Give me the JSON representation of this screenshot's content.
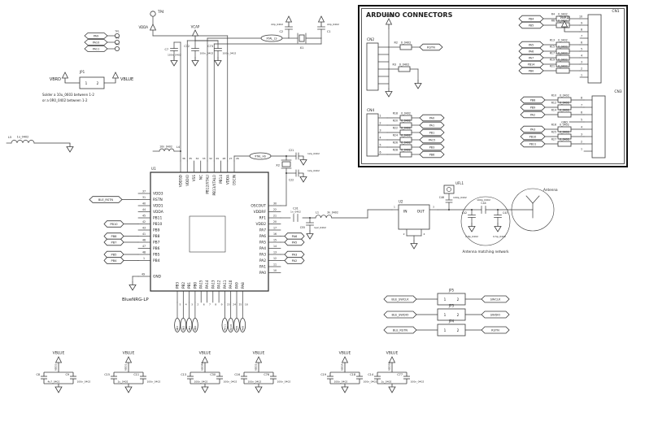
{
  "arduino": {
    "title": "ARDUINO CONNECTORS",
    "cn2": {
      "ref": "CN2",
      "vbrd": "VBRD",
      "rstn": "RSTN",
      "r1": {
        "ref": "R2",
        "val": "0_0402"
      },
      "r2": {
        "ref": "R3",
        "val": "0_0402"
      }
    },
    "cn1": {
      "ref": "CN1",
      "vbrd": "VBRD",
      "pins": [
        {
          "n": "10"
        },
        {
          "n": "9"
        },
        {
          "n": "8"
        },
        {
          "n": "7"
        },
        {
          "n": "6"
        },
        {
          "n": "5"
        },
        {
          "n": "4"
        },
        {
          "n": "3"
        },
        {
          "n": "2"
        },
        {
          "n": "1"
        }
      ],
      "rows_top": [
        {
          "ref": "R4",
          "val": "0_0402",
          "net": "PB4"
        },
        {
          "ref": "R6",
          "val": "0_0402",
          "net": "PB5"
        }
      ],
      "rows_bottom": [
        {
          "ref": "R13",
          "val": "0_0402",
          "net": "PA5"
        },
        {
          "ref": "R15",
          "val": "0_0402",
          "net": "PA6"
        },
        {
          "ref": "R17",
          "val": "0_0402",
          "net": "PA7"
        },
        {
          "ref": "R19",
          "val": "0_0402",
          "net": "PB14"
        },
        {
          "ref": "R21",
          "val": "0_0402",
          "net": "PB0"
        }
      ]
    },
    "cn4": {
      "ref": "CN4",
      "pins": [
        {
          "n": "1"
        },
        {
          "n": "2"
        },
        {
          "n": "3"
        },
        {
          "n": "4"
        },
        {
          "n": "5"
        },
        {
          "n": "6"
        }
      ],
      "rows": [
        {
          "ref": "R18",
          "val": "0_0402",
          "net": "PA0"
        },
        {
          "ref": "R20",
          "val": "0_0402",
          "net": "PA1"
        },
        {
          "ref": "R22",
          "val": "0_0402",
          "net": "PB1"
        },
        {
          "ref": "R24",
          "val": "0_0402",
          "net": "PA15"
        },
        {
          "ref": "R26",
          "val": "0_0402",
          "net": "PB3"
        },
        {
          "ref": "R28",
          "val": "0_0402",
          "net": "PB6"
        }
      ]
    },
    "cn3": {
      "ref": "CN3",
      "gnd": "GND",
      "pins": [
        {
          "n": "8"
        },
        {
          "n": "7"
        },
        {
          "n": "6"
        },
        {
          "n": "5"
        },
        {
          "n": "4"
        },
        {
          "n": "3"
        },
        {
          "n": "2"
        },
        {
          "n": "1"
        }
      ],
      "rows_top": [
        {
          "ref": "R10",
          "val": "0_0402",
          "net": "PB8"
        },
        {
          "ref": "R12",
          "val": "0_0402",
          "net": "PB9"
        },
        {
          "ref": "R14",
          "val": "0_0402",
          "net": "PA2"
        }
      ],
      "rows_bottom": [
        {
          "ref": "R16",
          "val": "0_0402",
          "net": "PA3"
        },
        {
          "ref": "R25",
          "val": "0_0402",
          "net": "PB10"
        },
        {
          "ref": "R27",
          "val": "0_0402",
          "net": "PB11"
        }
      ]
    }
  },
  "jp1": {
    "ref": "JP1",
    "left": "VBRD",
    "right": "VBLUE",
    "p1": "1",
    "p2": "2",
    "note1": "Solder a 10u_0603 between 1-2",
    "note2": "or a 0R0_0402 between 1-2"
  },
  "testpoints": [
    {
      "tp": "TP1",
      "net": "PA9"
    },
    {
      "tp": "TP2",
      "net": "PA10"
    },
    {
      "tp": "TP3",
      "net": "PA11"
    }
  ],
  "top_circuit": {
    "tp4": "TP4",
    "vdda": "VDDA",
    "vcap": "VCAP",
    "c7": {
      "ref": "C7",
      "val": "100n_0402"
    },
    "c72": {
      "ref": "C72",
      "val": "100n_0402"
    },
    "c73": {
      "ref": "C73",
      "val": "100n_0402"
    }
  },
  "xtal_ls": {
    "ref": "X1",
    "net": "XTAL_LS",
    "c1": {
      "ref": "C1",
      "val": "22p_0402"
    },
    "c2": {
      "ref": "C2",
      "val": "22p_0402"
    }
  },
  "xtal_hs": {
    "ref": "X2",
    "net": "XTAL_HS",
    "c1": {
      "ref": "C21",
      "val": "12p_0402"
    },
    "c2": {
      "ref": "C22",
      "val": "12p_0402"
    }
  },
  "l4": {
    "ref": "L4",
    "val": "10n_0402"
  },
  "l5": {
    "ref": "L5",
    "val": "1u_0402"
  },
  "ic": {
    "ref": "U1",
    "part": "BlueNRG-LP",
    "gnd": {
      "name": "GND",
      "num": "49"
    },
    "left": [
      {
        "name": "VDD3",
        "num": "37"
      },
      {
        "name": "RSTN",
        "num": "31"
      },
      {
        "name": "VDD1",
        "num": "40"
      },
      {
        "name": "VDDA",
        "num": "44"
      },
      {
        "name": "PB11",
        "num": "45"
      },
      {
        "name": "PB10",
        "num": "42"
      },
      {
        "name": "PB9",
        "num": "43"
      },
      {
        "name": "PB8",
        "num": "41"
      },
      {
        "name": "PB7",
        "num": "46"
      },
      {
        "name": "PB6",
        "num": "47"
      },
      {
        "name": "PB5",
        "num": "48"
      },
      {
        "name": "PB4",
        "num": "1"
      }
    ],
    "right": [
      {
        "name": "OSCOUT",
        "num": "30"
      },
      {
        "name": "VDDRF",
        "num": "22"
      },
      {
        "name": "RF1",
        "num": "21"
      },
      {
        "name": "VDD2",
        "num": "20"
      },
      {
        "name": "PA7",
        "num": "17"
      },
      {
        "name": "PA6",
        "num": "16"
      },
      {
        "name": "PA5",
        "num": "15"
      },
      {
        "name": "PA4",
        "num": "14"
      },
      {
        "name": "PA3",
        "num": "13"
      },
      {
        "name": "PA2",
        "num": "12"
      },
      {
        "name": "PA1",
        "num": "11"
      },
      {
        "name": "PA0",
        "num": "10"
      }
    ],
    "top": [
      {
        "name": "VDDSD",
        "num": "36"
      },
      {
        "name": "VDDIO",
        "num": "35"
      },
      {
        "name": "VSS",
        "num": "34"
      },
      {
        "name": "NC",
        "num": "33"
      },
      {
        "name": "PB12/XTALI",
        "num": "32"
      },
      {
        "name": "PB13/XTALO",
        "num": "29"
      },
      {
        "name": "PB14",
        "num": "28"
      },
      {
        "name": "VDDA",
        "num": "27"
      },
      {
        "name": "OSCIN",
        "num": "26"
      }
    ],
    "bottom": [
      {
        "name": "PB3",
        "num": "5"
      },
      {
        "name": "PB2",
        "num": "4"
      },
      {
        "name": "PB1",
        "num": "3"
      },
      {
        "name": "PB0",
        "num": "2"
      },
      {
        "name": "PA15",
        "num": "6"
      },
      {
        "name": "PA14",
        "num": "7"
      },
      {
        "name": "PA13",
        "num": "8"
      },
      {
        "name": "PA12",
        "num": "9"
      },
      {
        "name": "PA11",
        "num": "23"
      },
      {
        "name": "PA10",
        "num": "24"
      },
      {
        "name": "PA9",
        "num": "25"
      },
      {
        "name": "PA8",
        "num": "18"
      }
    ]
  },
  "ic_tags": {
    "ble_rstn": "BLE_RSTN",
    "left": [
      "PB10",
      "PB8",
      "PB7",
      "PB5",
      "PB4"
    ],
    "right": [
      "PA6",
      "PA5",
      "PA3",
      "PA2"
    ],
    "bottom_left": [
      {
        "net": "PB3"
      },
      {
        "net": "PB2"
      },
      {
        "net": "PB1"
      },
      {
        "net": "PB0"
      }
    ],
    "bottom_right": [
      {
        "net": "PA11"
      },
      {
        "net": "PA10"
      },
      {
        "net": "PA9"
      },
      {
        "net": "PA8"
      }
    ]
  },
  "rf": {
    "c31": {
      "ref": "C31",
      "val": "1n_0402"
    },
    "c55": {
      "ref": "C55",
      "val": "1p2_0402"
    },
    "l1": {
      "ref": "L1",
      "val": "3n_0402"
    },
    "u2": {
      "ref": "U2",
      "in_label": "IN",
      "out_label": "OUT",
      "p1": "1",
      "p2": "2",
      "p3": "3",
      "p4": "4"
    },
    "ufl": {
      "ref": "UFL1"
    },
    "c46": {
      "ref": "C46",
      "val": "100p_0402"
    },
    "match": {
      "label": "Antenna matching network",
      "c42": {
        "ref": "C42",
        "val": "0.8p_0402"
      },
      "c44": {
        "ref": "C44",
        "val": "100p_0402"
      },
      "c43": {
        "ref": "C43",
        "val": "0.5p_0402"
      }
    },
    "antenna": "Antenna"
  },
  "jumpers": [
    {
      "ref": "JP5",
      "left": "BLE_SWCLK",
      "p1": "1",
      "p2": "2",
      "right": "SWCLK"
    },
    {
      "ref": "JP3",
      "left": "BLE_SWDIO",
      "p1": "1",
      "p2": "2",
      "right": "SWDIO"
    },
    {
      "ref": "JP4",
      "left": "BLE_RSTN",
      "p1": "1",
      "p2": "2",
      "right": "RSTN"
    }
  ],
  "decoupling": {
    "groups": [
      {
        "flag": "VBLUE",
        "net": "VDD3",
        "c1": {
          "ref": "C8",
          "val": "4u7_0402"
        },
        "c2": {
          "ref": "C9",
          "val": "100n_0402"
        }
      },
      {
        "flag": "VBLUE",
        "net": "VDD1",
        "c1": {
          "ref": "C15",
          "val": "1u_0402"
        },
        "c2": {
          "ref": "C11",
          "val": "100n_0402"
        }
      },
      {
        "flag": "VBLUE",
        "net": "VDDRF",
        "c1": {
          "ref": "C13",
          "val": "100n_0402"
        },
        "c2": {
          "ref": "C30",
          "val": "100n_0402"
        }
      },
      {
        "flag": "VBLUE",
        "net": "VDD2",
        "c1": {
          "ref": "C16",
          "val": "100n_0402"
        },
        "c2": {
          "ref": "C76",
          "val": "100n_0402"
        }
      },
      {
        "flag": "VBLUE",
        "net": "VDDA",
        "c1": {
          "ref": "C19",
          "val": "100n_0402"
        },
        "c2": {
          "ref": "C18",
          "val": "100n_0402"
        }
      },
      {
        "flag": "VBLUE",
        "net": "VDDSD",
        "c1": {
          "ref": "C14",
          "val": "1u_0402"
        },
        "c2": {
          "ref": "C77",
          "val": "100n_0402"
        }
      }
    ]
  }
}
